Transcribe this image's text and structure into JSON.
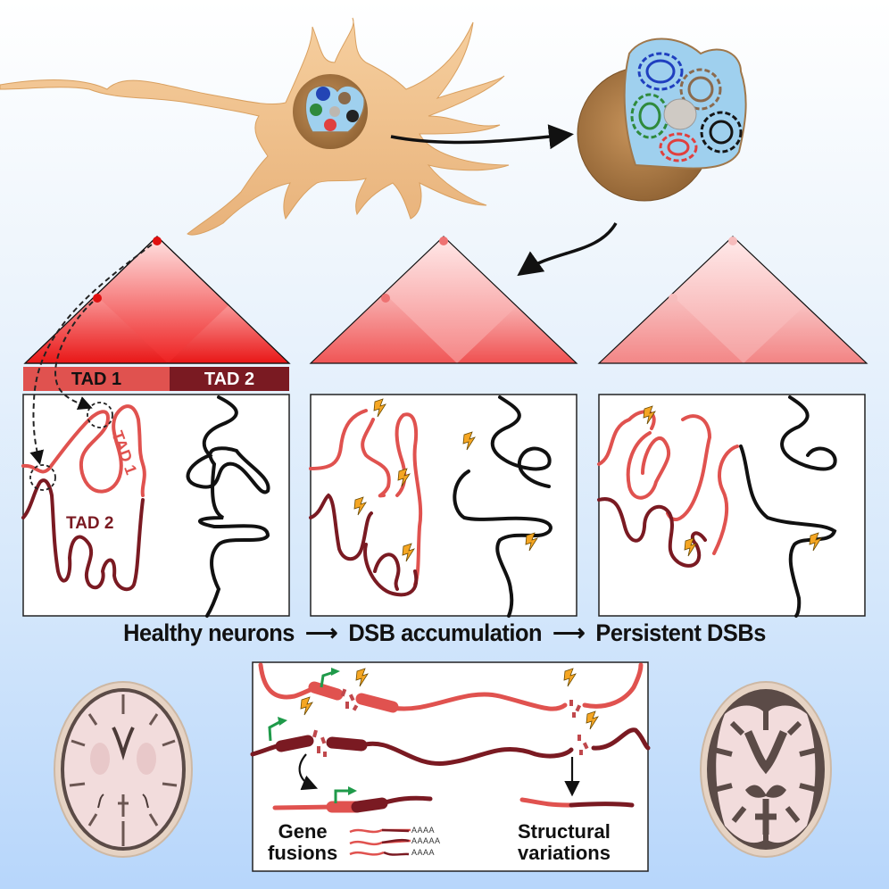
{
  "figure": {
    "title": "Neuronal DSBs and 3D genome organization graphical abstract",
    "colors": {
      "tad1": "#e0524f",
      "tad2": "#7a1a22",
      "bolt": "#f5a623",
      "promoter": "#1f9a4a",
      "neuron": "#f2c38e",
      "nucleus_shell": "#b98552",
      "nucleoplasm": "#9fd0ee"
    }
  },
  "tad_header": {
    "tad1_label": "TAD 1",
    "tad2_label": "TAD 2"
  },
  "panel1": {
    "tad1_annotation": "TAD 1",
    "tad2_annotation": "TAD 2"
  },
  "stages": {
    "stage1": "Healthy neurons",
    "arrow": "⟶",
    "stage2": "DSB accumulation",
    "stage3": "Persistent DSBs"
  },
  "outcomes": {
    "gene_fusions_line1": "Gene",
    "gene_fusions_line2": "fusions",
    "structural_line1": "Structural",
    "structural_line2": "variations",
    "polya": [
      "AAAA",
      "AAAAA",
      "AAAA"
    ]
  },
  "chromatin_territory_colors": [
    "blue",
    "brown",
    "green",
    "gray",
    "red",
    "black"
  ],
  "brains": {
    "left": "healthy brain axial section",
    "right": "atrophied brain axial section"
  }
}
